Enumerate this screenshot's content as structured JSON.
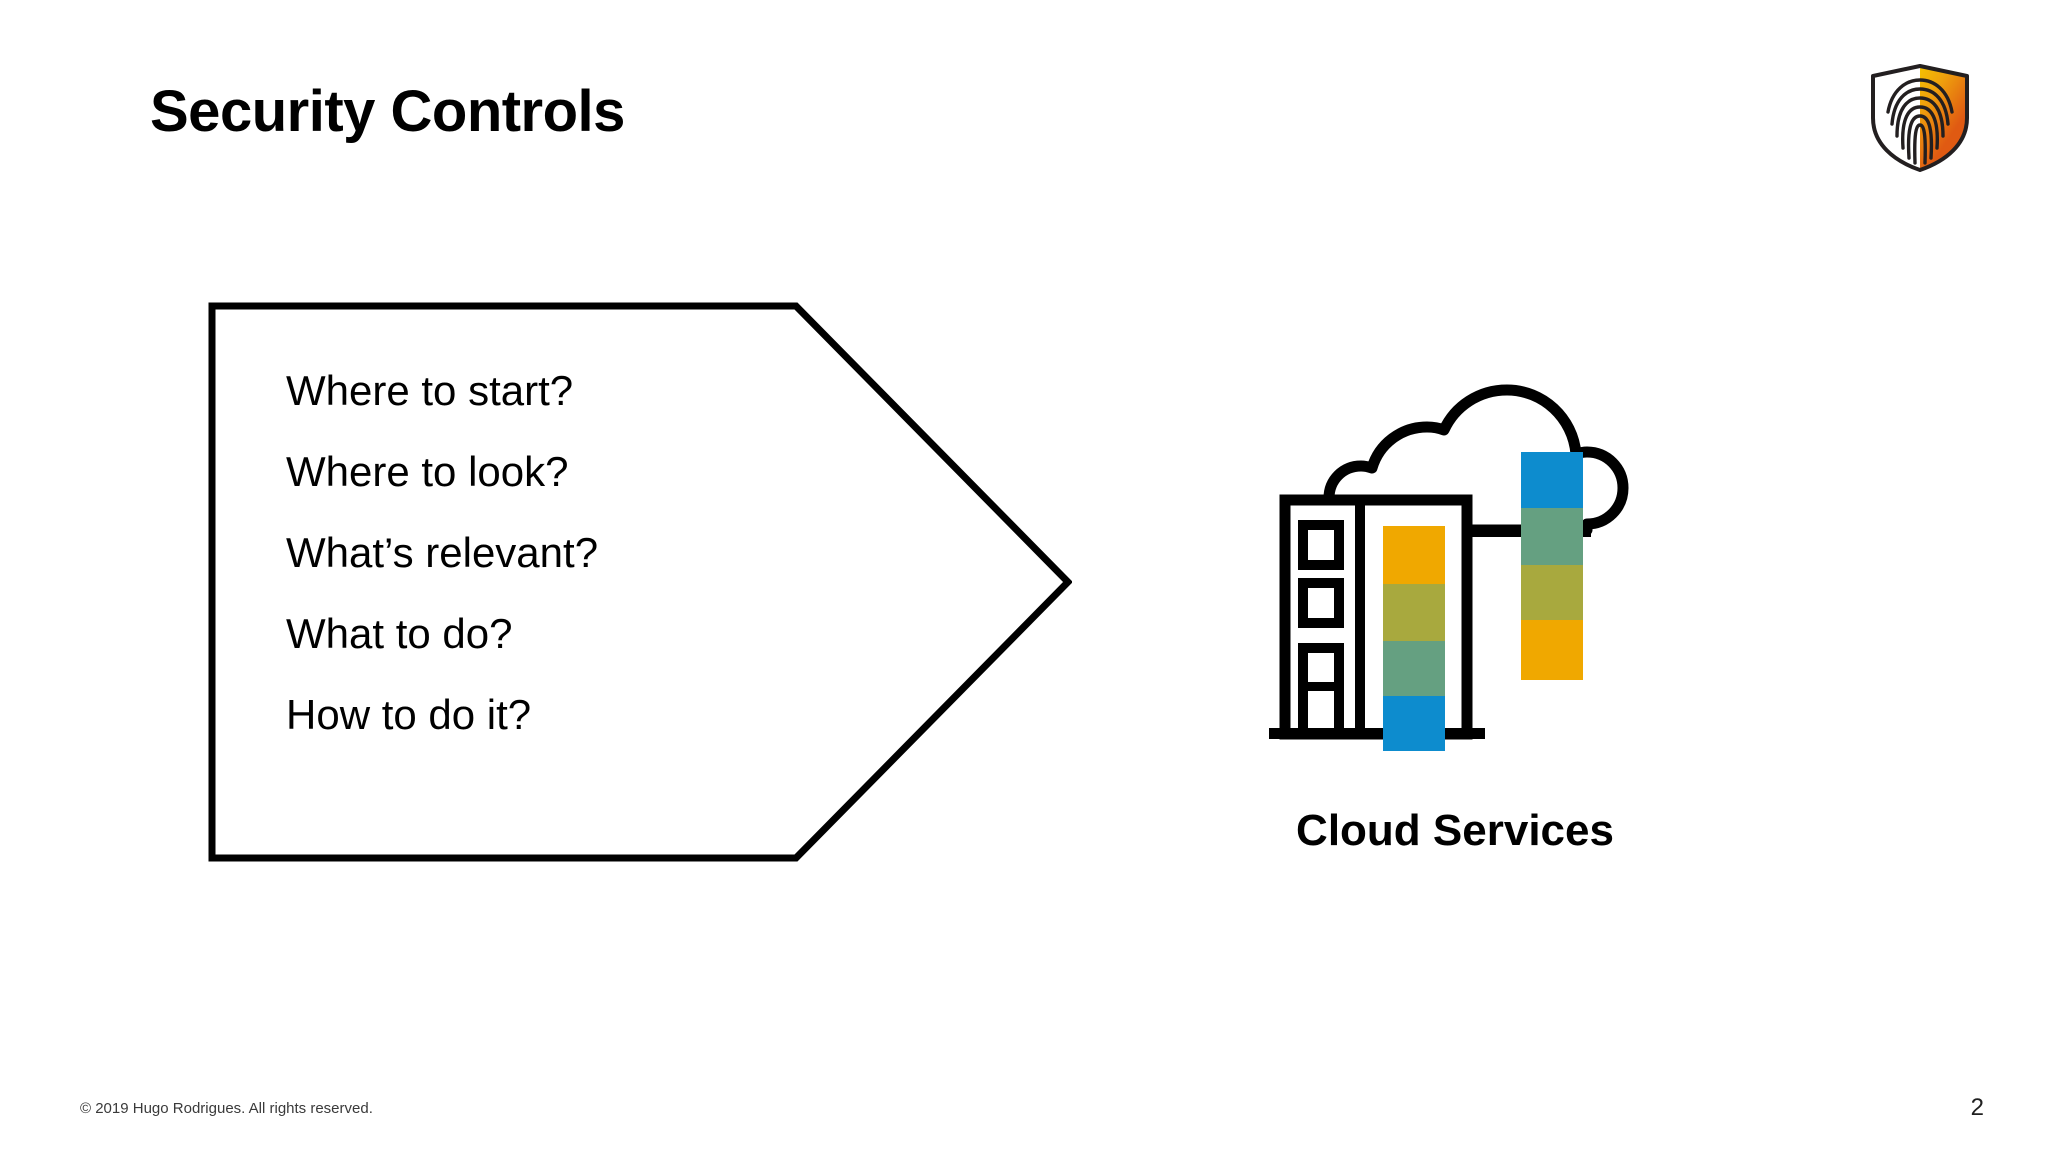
{
  "slide": {
    "title": "Security Controls",
    "background_color": "#ffffff",
    "number": "2",
    "copyright": "© 2019 Hugo Rodrigues. All rights reserved."
  },
  "logo": {
    "name": "shield-fingerprint-logo",
    "shield_left_color": "#ffffff",
    "shield_right_color": "#E8740C",
    "shield_gradient_mid": "#F0B400",
    "outline_color": "#231f20"
  },
  "chevron": {
    "outline_color": "#000000",
    "fill_color": "#ffffff",
    "items": [
      "Where to start?",
      "Where to look?",
      "What’s relevant?",
      "What to do?",
      "How to do it?"
    ]
  },
  "cloud_services": {
    "label": "Cloud Services",
    "outline_color": "#000000",
    "palette": {
      "orange": "#F0A800",
      "olive": "#A8A93E",
      "teal": "#65A081",
      "blue": "#0D8CCE"
    },
    "left_bar_bands": [
      "orange",
      "olive",
      "teal",
      "blue"
    ],
    "right_bar_bands": [
      "blue",
      "teal",
      "olive",
      "orange"
    ]
  }
}
